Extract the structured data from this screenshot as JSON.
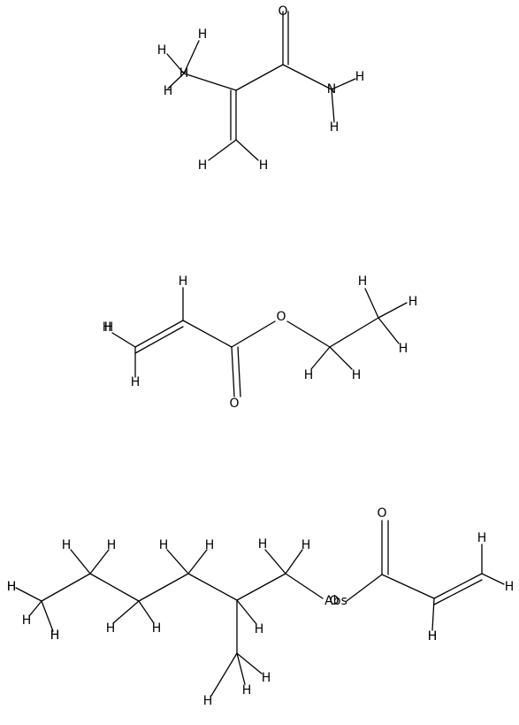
{
  "molecules": [
    {
      "atoms": [
        {
          "id": "a0",
          "label": ""
        },
        {
          "id": "a1",
          "label": "O"
        },
        {
          "id": "a2",
          "label": "N"
        },
        {
          "id": "a3",
          "label": "H"
        },
        {
          "id": "a4",
          "label": "H"
        },
        {
          "id": "a5",
          "label": ""
        },
        {
          "id": "a6",
          "label": ""
        },
        {
          "id": "a7",
          "label": "H"
        },
        {
          "id": "a8",
          "label": "H"
        },
        {
          "id": "a9",
          "label": "H"
        },
        {
          "id": "a10",
          "label": ""
        },
        {
          "id": "a11",
          "label": "H"
        },
        {
          "id": "a12",
          "label": "H"
        }
      ]
    },
    {
      "atoms": [
        {
          "id": "b0",
          "label": "H"
        },
        {
          "id": "b1",
          "label": ""
        },
        {
          "id": "b2",
          "label": "H"
        },
        {
          "id": "b3",
          "label": "H"
        },
        {
          "id": "b4",
          "label": ""
        },
        {
          "id": "b5",
          "label": "H"
        },
        {
          "id": "b6",
          "label": ""
        },
        {
          "id": "b7",
          "label": "O"
        },
        {
          "id": "b8",
          "label": "O"
        },
        {
          "id": "b9",
          "label": ""
        },
        {
          "id": "b10",
          "label": "H"
        },
        {
          "id": "b11",
          "label": "H"
        },
        {
          "id": "b12",
          "label": ""
        },
        {
          "id": "b13",
          "label": "H"
        },
        {
          "id": "b14",
          "label": "H"
        },
        {
          "id": "b15",
          "label": "H"
        }
      ]
    },
    {
      "atoms": [
        {
          "id": "c0",
          "label": "O"
        },
        {
          "id": "c1",
          "label": ""
        },
        {
          "id": "c2",
          "label": "H"
        },
        {
          "id": "c3",
          "label": "H"
        },
        {
          "id": "c4",
          "label": ""
        },
        {
          "id": "c5",
          "label": "H"
        },
        {
          "id": "c6",
          "label": ""
        },
        {
          "id": "c7",
          "label": "O"
        },
        {
          "id": "c8",
          "label": "Abs"
        },
        {
          "id": "c9",
          "label": ""
        },
        {
          "id": "c10",
          "label": "H"
        },
        {
          "id": "c11",
          "label": "H"
        },
        {
          "id": "c12",
          "label": ""
        },
        {
          "id": "c13",
          "label": "H"
        },
        {
          "id": "c14",
          "label": ""
        },
        {
          "id": "c15",
          "label": "H"
        },
        {
          "id": "c16",
          "label": "H"
        },
        {
          "id": "c17",
          "label": ""
        },
        {
          "id": "c18",
          "label": "H"
        },
        {
          "id": "c19",
          "label": "H"
        },
        {
          "id": "c20",
          "label": "H"
        },
        {
          "id": "c21",
          "label": ""
        },
        {
          "id": "c22",
          "label": "H"
        },
        {
          "id": "c23",
          "label": "H"
        },
        {
          "id": "c24",
          "label": ""
        },
        {
          "id": "c25",
          "label": "H"
        },
        {
          "id": "c26",
          "label": "H"
        },
        {
          "id": "c27",
          "label": ""
        },
        {
          "id": "c28",
          "label": "H"
        },
        {
          "id": "c29",
          "label": "H"
        },
        {
          "id": "c30",
          "label": ""
        },
        {
          "id": "c31",
          "label": "H"
        },
        {
          "id": "c32",
          "label": "H"
        },
        {
          "id": "c33",
          "label": "H"
        }
      ]
    }
  ]
}
